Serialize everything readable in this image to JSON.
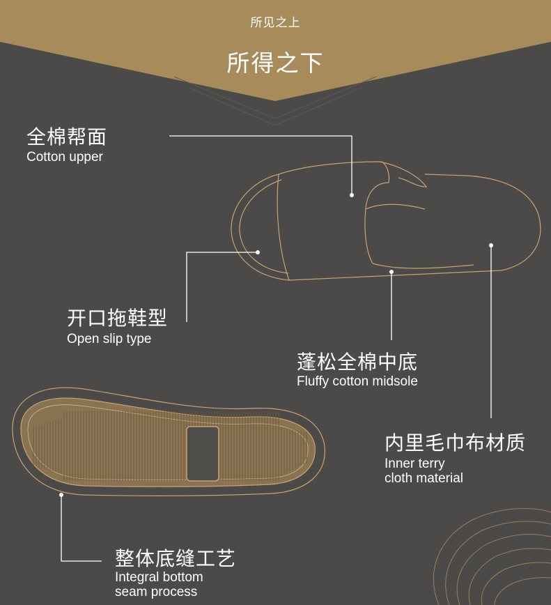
{
  "header": {
    "subtitle": "所见之上",
    "title": "所得之下"
  },
  "features": [
    {
      "id": "upper",
      "cn": "全棉帮面",
      "en": "Cotton upper"
    },
    {
      "id": "open",
      "cn": "开口拖鞋型",
      "en": "Open slip type"
    },
    {
      "id": "midsole",
      "cn": "蓬松全棉中底",
      "en": "Fluffy cotton midsole"
    },
    {
      "id": "lining",
      "cn": "内里毛巾布材质",
      "en_line1": "Inner terry",
      "en_line2": "cloth material"
    },
    {
      "id": "sole",
      "cn": "整体底缝工艺",
      "en_line1": "Integral bottom",
      "en_line2": "seam process"
    }
  ],
  "colors": {
    "background": "#4b4a48",
    "banner": "#a88b5b",
    "outline": "#c9a46e",
    "text": "#ffffff"
  }
}
